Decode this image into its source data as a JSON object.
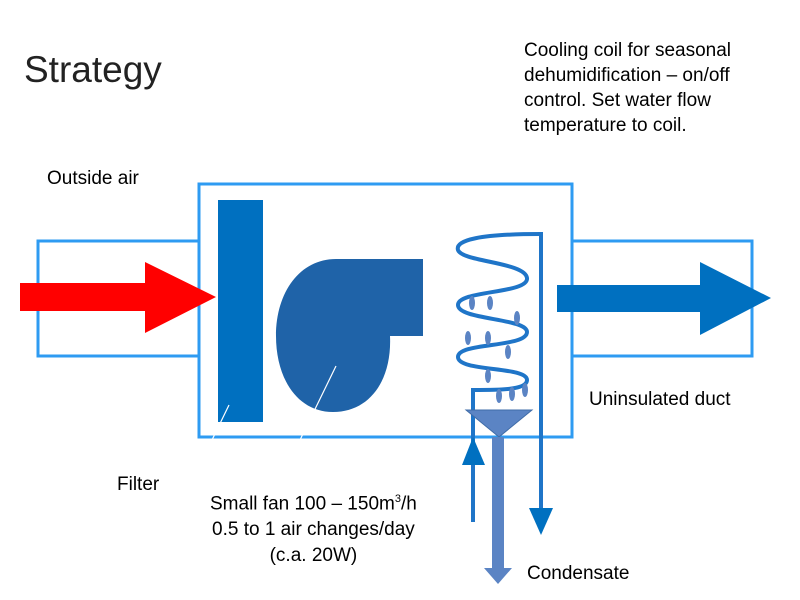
{
  "title": "Strategy",
  "labels": {
    "outside_air": "Outside air",
    "filter": "Filter",
    "uninsulated_duct": "Uninsulated duct",
    "condensate": "Condensate",
    "coil_note": [
      "Cooling coil for seasonal",
      "dehumidification – on/off",
      "control. Set water flow",
      "temperature to coil."
    ],
    "fan_note": {
      "line1_pre": "Small fan 100 – 150m",
      "line1_sup": "3",
      "line1_post": "/h",
      "line2": "0.5 to 1 air changes/day",
      "line3": "(c.a. 20W)"
    }
  },
  "colors": {
    "inlet_arrow": "#FF0000",
    "outlet_arrow": "#0070C0",
    "box": "#2E9BF2",
    "fan": "#1F63A8",
    "condensate": "#5B84C4"
  }
}
